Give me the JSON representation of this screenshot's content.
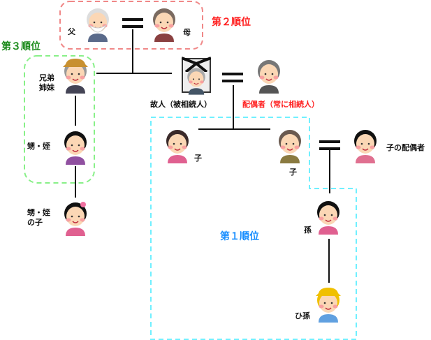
{
  "ranks": {
    "first": "第１順位",
    "second": "第２順位",
    "third": "第３順位"
  },
  "people": {
    "father": "父",
    "mother": "母",
    "siblings_line1": "兄弟",
    "siblings_line2": "姉妹",
    "deceased": "故人（被相続人）",
    "spouse": "配偶者（常に相続人）",
    "child_1": "子",
    "child_2": "子",
    "child_spouse": "子の配偶者",
    "nephew_niece": "甥・姪",
    "nephew_niece_child_line1": "甥・姪",
    "nephew_niece_child_line2": "の子",
    "grandchild": "孫",
    "great_grandchild": "ひ孫"
  },
  "colors": {
    "first": "#1a8fff",
    "second": "#ff2020",
    "third": "#1a8a1a",
    "box_first": "#66f0ff",
    "box_second": "#f08080",
    "box_third": "#80f080"
  }
}
